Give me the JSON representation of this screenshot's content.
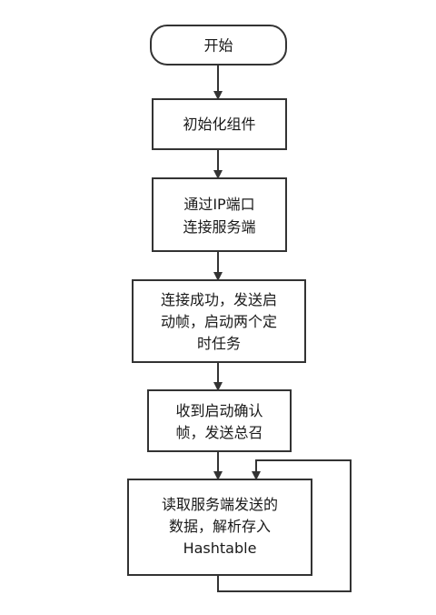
{
  "flowchart": {
    "nodes": [
      {
        "id": "start",
        "lines": [
          "开始"
        ]
      },
      {
        "id": "init",
        "lines": [
          "初始化组件"
        ]
      },
      {
        "id": "connect",
        "lines": [
          "通过IP端口",
          "连接服务端"
        ]
      },
      {
        "id": "send-start",
        "lines": [
          "连接成功，发送启",
          "动帧，启动两个定",
          "时任务"
        ]
      },
      {
        "id": "receive-ack",
        "lines": [
          "收到启动确认",
          "帧，发送总召"
        ]
      },
      {
        "id": "parse",
        "lines": [
          "读取服务端发送的",
          "数据，解析存入",
          "Hashtable"
        ]
      }
    ]
  }
}
